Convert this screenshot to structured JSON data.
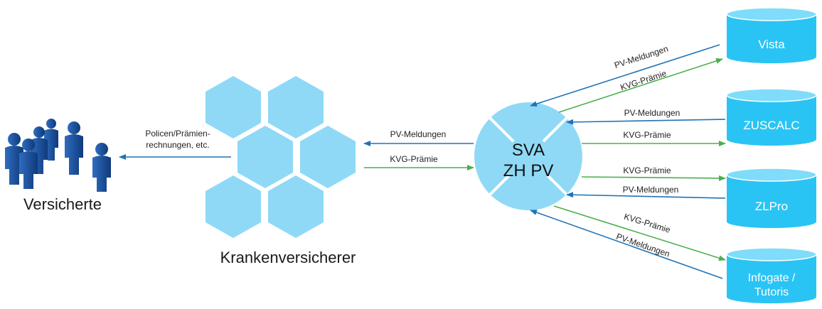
{
  "nodes": {
    "versicherte": "Versicherte",
    "krankenversicherer": "Krankenversicherer",
    "sva_line1": "SVA",
    "sva_line2": "ZH PV",
    "vista": "Vista",
    "zuscalc": "ZUSCALC",
    "zlpro": "ZLPro",
    "infogate_line1": "Infogate /",
    "infogate_line2": "Tutoris"
  },
  "edge_labels": {
    "policen_line1": "Policen/Prämien-",
    "policen_line2": "rechnungen, etc.",
    "kv_pv_meldungen": "PV-Meldungen",
    "kv_kvg_praemie": "KVG-Prämie",
    "vista_pv_meldungen": "PV-Meldungen",
    "vista_kvg_praemie": "KVG-Prämie",
    "zuscalc_pv_meldungen": "PV-Meldungen",
    "zuscalc_kvg_praemie": "KVG-Prämie",
    "zlpro_kvg_praemie": "KVG-Prämie",
    "zlpro_pv_meldungen": "PV-Meldungen",
    "infogate_kvg_praemie": "KVG-Prämie",
    "infogate_pv_meldungen": "PV-Meldungen"
  },
  "colors": {
    "hexagon": "#8fd9f7",
    "circle": "#8fd9f7",
    "cylinder": "#29c4f4",
    "cylinder_top": "#7fdcfa",
    "blue_arrow": "#1f74b8",
    "green_arrow": "#4caf50",
    "people": "#1c4f9a"
  }
}
